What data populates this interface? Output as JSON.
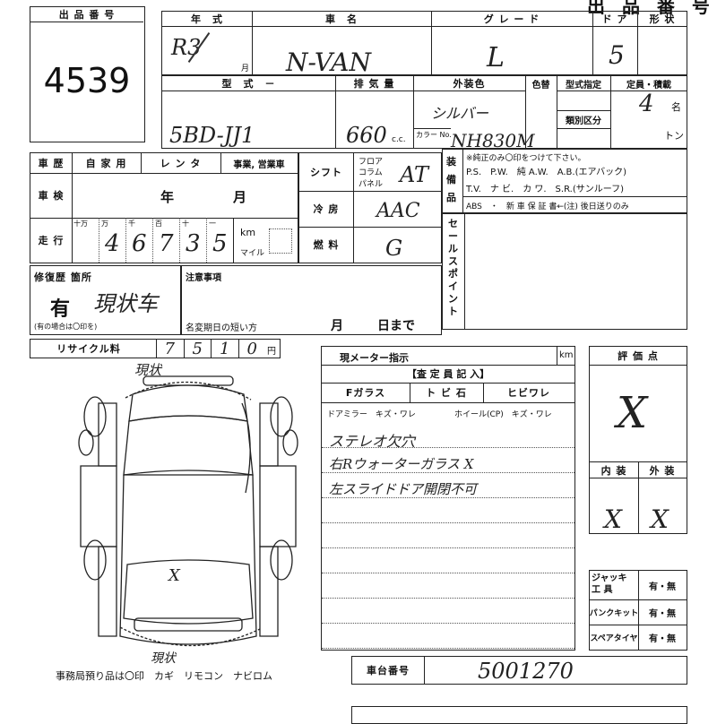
{
  "header": {
    "corner_title": "出 品 番 号"
  },
  "lot": {
    "label": "出 品 番 号",
    "number": "4539"
  },
  "row1": {
    "year_label": "年　式",
    "make_label": "車　名",
    "grade_label": "グ レ ー ド",
    "doors_label": "ド ア",
    "shape_label": "形 状",
    "year_value": "R3",
    "month_suffix": "月",
    "make_value": "N-VAN",
    "grade_value": "L",
    "doors_value": "5"
  },
  "row2": {
    "model_label": "型　式　－",
    "displacement_label": "排 気 量",
    "color_label": "外装色",
    "color_change_label": "色替",
    "model_designation_label": "型式指定",
    "capacity_label": "定員・積載",
    "category_label": "類別区分",
    "model_value": "5BD-JJ1",
    "displacement_value": "660",
    "cc_unit": "c.c.",
    "color_value": "シルバー",
    "color_no_label": "カラー No.",
    "color_no_value": "NH830M",
    "capacity_value": "4",
    "capacity_unit": "名",
    "ton_unit": "トン"
  },
  "history": {
    "label": "車 歴",
    "opt_private": "自 家 用",
    "opt_rental": "レ ン タ",
    "opt_business": "事業, 営業車",
    "inspection_label": "車 検",
    "year_unit": "年",
    "month_unit": "月",
    "mileage_label": "走 行",
    "digit_headers": [
      "十万",
      "万",
      "千",
      "百",
      "十",
      "一"
    ],
    "mileage_digits": [
      "",
      "4",
      "6",
      "7",
      "3",
      "5"
    ],
    "km_unit": "km",
    "mile_unit": "マイル"
  },
  "shift": {
    "label": "シフト",
    "opt_floor": "フロア",
    "opt_column": "コラム",
    "opt_panel": "パネル",
    "value": "AT",
    "ac_label": "冷 房",
    "ac_value": "AAC",
    "fuel_label": "燃 料",
    "fuel_value": "G"
  },
  "equipment": {
    "label": "装 備 品",
    "note": "※純正のみ〇印をつけて下さい。",
    "line1": "P.S.　P.W.　純 A.W.　A.B.(エアバック)",
    "line2": "T.V.　ナ ビ.　カ ワ.　S.R.(サンルーフ)",
    "line3": "ABS　・　新 車 保 証 書←(注) 後日送りのみ"
  },
  "sales_point": {
    "label": "セールスポイント"
  },
  "repair": {
    "label": "修復歴 箇所",
    "value": "有",
    "handwritten": "現状车",
    "note": "(有の場合は〇印を)"
  },
  "notice": {
    "label": "注意事項",
    "name_change_label": "名変期日の短い方",
    "month_unit": "月",
    "day_unit": "日まで"
  },
  "recycle": {
    "label": "リサイクル料",
    "digits": [
      "7",
      "5",
      "1",
      "0"
    ],
    "yen_unit": "円"
  },
  "diagram": {
    "top_note": "現状",
    "bottom_note": "現状",
    "mark": "X",
    "footer": "事務局預り品は〇印　カギ　リモコン　ナビロム"
  },
  "meter": {
    "label": "現メーター指示",
    "km_unit": "km"
  },
  "inspector": {
    "title": "【査 定 員 記 入】",
    "f_glass": "Fガラス",
    "chip": "ト ビ 石",
    "crack": "ヒビワレ",
    "door_mirror": "ドアミラー　キズ・ワレ",
    "wheel": "ホイール(CP)　キズ・ワレ",
    "notes": [
      "ステレオ欠穴",
      "右Rウォーターガラス X",
      "左スライドドア開閉不可"
    ]
  },
  "score": {
    "label": "評 価 点",
    "value": "X",
    "interior_label": "内 装",
    "exterior_label": "外 装",
    "interior_value": "X",
    "exterior_value": "X"
  },
  "tools": {
    "jack_label": "ジャッキ 工 具",
    "puncture_label": "パンクキット",
    "spare_label": "スペアタイヤ",
    "yes_no": "有・無"
  },
  "chassis": {
    "label": "車台番号",
    "value": "5001270"
  }
}
